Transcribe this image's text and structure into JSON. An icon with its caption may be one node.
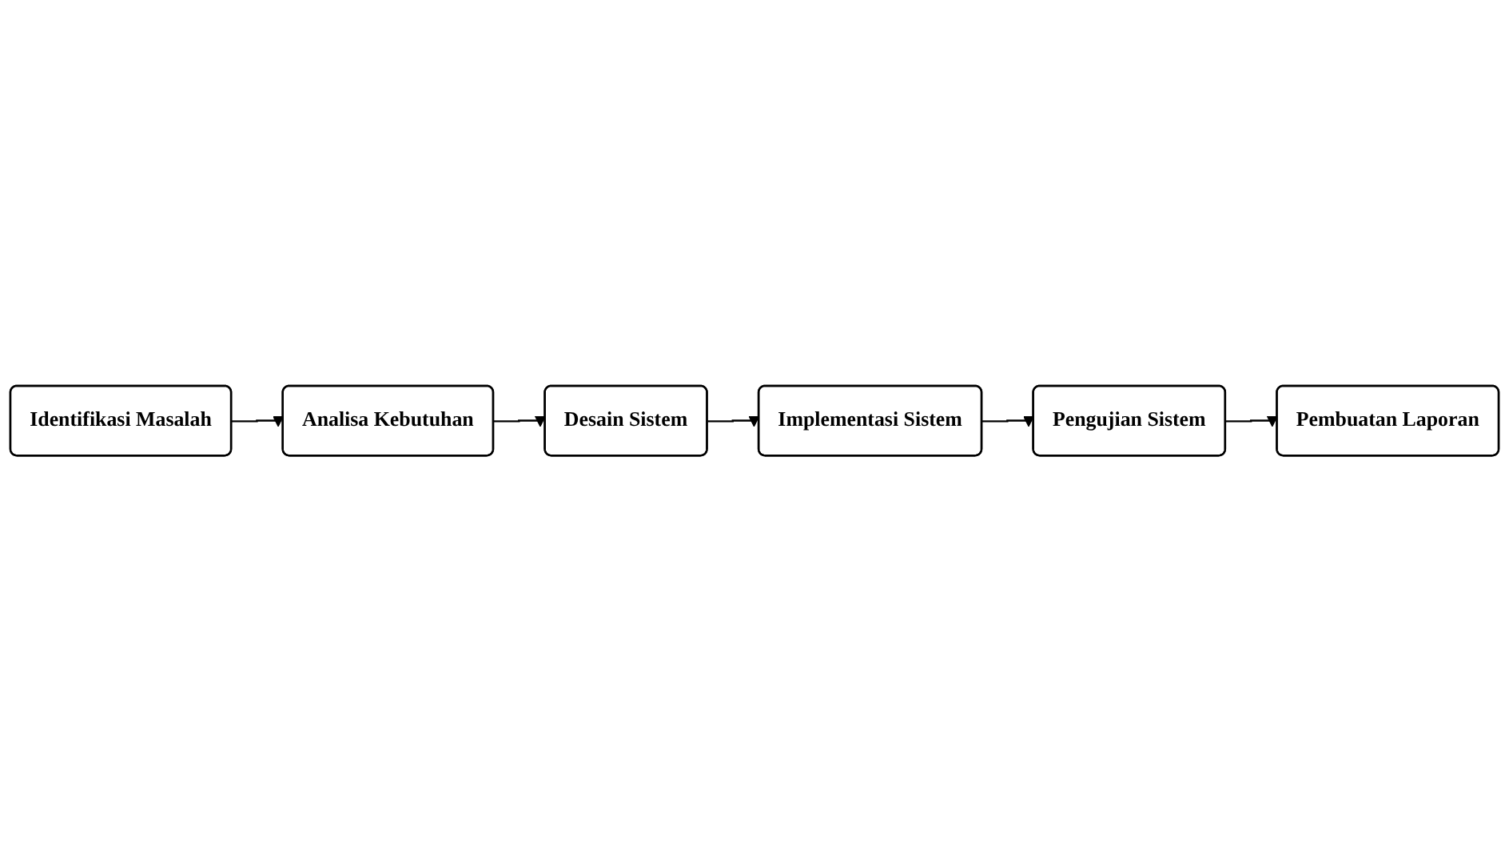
{
  "diagram": {
    "nodes": [
      {
        "text": [
          "Identifikasi Masalah"
        ]
      },
      {
        "text": [
          "Analisa Kebutuhan"
        ]
      },
      {
        "text": [
          "Desain Sistem"
        ]
      },
      {
        "text": [
          "Implementasi Sistem"
        ]
      },
      {
        "text": [
          "Pengujian Sistem"
        ]
      },
      {
        "text": [
          "Pembuatan Laporan"
        ]
      }
    ],
    "edges": [
      {
        "from": 0,
        "to": 1,
        "arrow": "to"
      },
      {
        "from": 1,
        "to": 2,
        "arrow": "to"
      },
      {
        "from": 2,
        "to": 3,
        "arrow": "to"
      },
      {
        "from": 3,
        "to": 4,
        "arrow": "to"
      },
      {
        "from": 4,
        "to": 5,
        "arrow": "to"
      }
    ]
  }
}
